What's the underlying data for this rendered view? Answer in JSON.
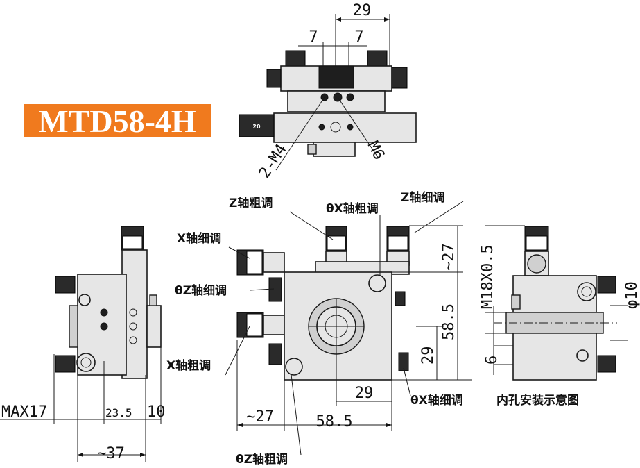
{
  "title": {
    "text": "MTD58-4H",
    "bg_color": "#f07a1e",
    "text_color": "#ffffff"
  },
  "top_view": {
    "dims": {
      "top_width": "29",
      "left_offset": "7",
      "right_offset": "7"
    },
    "callouts": {
      "m4": "2-M4",
      "m6": "M6"
    }
  },
  "side_left_view": {
    "dims": {
      "max17": "MAX17",
      "d235": "23.5",
      "d10": "10",
      "d37": "~37"
    }
  },
  "front_view": {
    "labels": {
      "z_coarse": "Z轴粗调",
      "x_fine": "X轴细调",
      "theta_z_fine": "θZ轴细调",
      "x_coarse": "X轴粗调",
      "theta_x_coarse": "θX轴粗调",
      "z_fine": "Z轴细调",
      "theta_x_fine": "θX轴细调",
      "theta_z_coarse": "θZ轴粗调"
    },
    "dims": {
      "d27_right": "~27",
      "d585_right": "58.5",
      "d29_right": "29",
      "d29_bottom": "29",
      "d27_bottom": "~27",
      "d585_bottom": "58.5"
    }
  },
  "inner_hole_view": {
    "caption": "内孔安装示意图",
    "dims": {
      "m18": "M18X0.5",
      "phi10": "φ10",
      "d6": "6"
    }
  },
  "colors": {
    "ink": "#1a1a1a",
    "accent": "#f07a1e",
    "body_fill": "#e6e6e6"
  }
}
